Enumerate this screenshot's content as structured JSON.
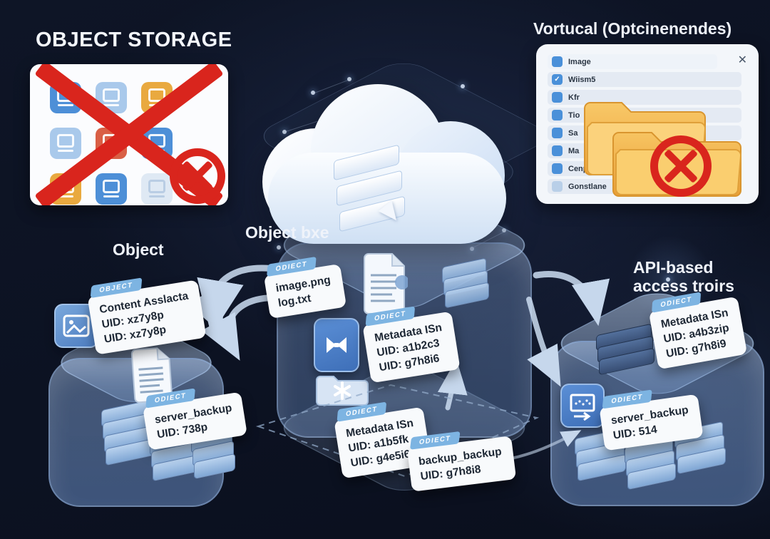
{
  "title": "OBJECT STORAGE",
  "right_title": "Vortucal (Optcinenendes)",
  "labels": {
    "left_box": "Object",
    "center_box": "Object bxe",
    "api_line1": "API-based",
    "api_line2": "access troirs"
  },
  "panel": {
    "close_label": "✕",
    "items": [
      "Image",
      "Wiism5",
      "Kfr",
      "Tio",
      "Sa",
      "Ma",
      "Cenpe C",
      "Gonstlane"
    ]
  },
  "icons": {
    "check": "✓"
  },
  "cards": [
    {
      "tag": "OBJECT",
      "lines": [
        "Content Asslacta",
        "UID: xz7y8p",
        "UID: xz7y8p"
      ]
    },
    {
      "tag": "ODIECT",
      "lines": [
        "image.png",
        "log.txt"
      ]
    },
    {
      "tag": "ODIECT",
      "lines": [
        "Metadata ISn",
        "UID: a1b2c3",
        "UID: g7h8i6"
      ]
    },
    {
      "tag": "ODIECT",
      "lines": [
        "Metadata ISn",
        "UID: a4b3zip",
        "UID: g7h8i9"
      ]
    },
    {
      "tag": "ODIECT",
      "lines": [
        "server_backup",
        "UID: 738p"
      ]
    },
    {
      "tag": "ODIECT",
      "lines": [
        "Metadata ISn",
        "UID: a1b5fk",
        "UID: g4e5i6"
      ]
    },
    {
      "tag": "ODIECT",
      "lines": [
        "backup_backup",
        "UID: g7h8i8"
      ]
    },
    {
      "tag": "ODIECT",
      "lines": [
        "server_backup",
        "UID: 514"
      ]
    }
  ],
  "colors": {
    "background": "#0d1322",
    "accent_blue": "#7db4e2",
    "alert_red": "#d9251d",
    "folder_yellow": "#f3b54b",
    "box_blue": "#7fa5d4",
    "card_bg": "#f8fafc"
  }
}
